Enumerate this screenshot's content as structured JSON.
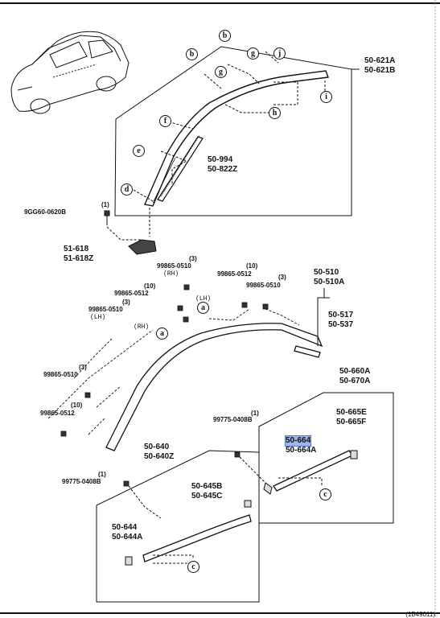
{
  "parts": {
    "p50_621": [
      "50-621A",
      "50-621B"
    ],
    "p50_994": [
      "50-994",
      "50-822Z"
    ],
    "p9gg60": {
      "qty": "(1)",
      "code": "9GG60-0620B"
    },
    "p51_618": [
      "51-618",
      "51-618Z"
    ],
    "p99865_0510_rh": {
      "qty": "(3)",
      "code": "99865-0510",
      "side": "(RH)"
    },
    "p99865_0512_lh": {
      "qty": "(10)",
      "code": "99865-0512",
      "side": "(LH)"
    },
    "p99865_0510_lh": {
      "qty": "(3)",
      "code": "99865-0510",
      "side": "(LH)"
    },
    "side_rh": "(RH)",
    "p99865_0512_b": {
      "qty": "(10)",
      "code": "99865-0512"
    },
    "p99865_0510_b": {
      "qty": "(3)",
      "code": "99865-0510"
    },
    "p50_510": [
      "50-510",
      "50-510A"
    ],
    "p50_517": [
      "50-517",
      "50-537"
    ],
    "p99865_0510_c": {
      "qty": "(3)",
      "code": "99865-0510"
    },
    "p99865_0512_c": {
      "qty": "(10)",
      "code": "99865-0512"
    },
    "p50_660": [
      "50-660A",
      "50-670A"
    ],
    "p50_665": [
      "50-665E",
      "50-665F"
    ],
    "p99775_a": {
      "qty": "(1)",
      "code": "99775-0408B"
    },
    "p50_664": [
      "50-664",
      "50-664A"
    ],
    "p50_640": [
      "50-640",
      "50-640Z"
    ],
    "p99775_b": {
      "qty": "(1)",
      "code": "99775-0408B"
    },
    "p50_645": [
      "50-645B",
      "50-645C"
    ],
    "p50_644": [
      "50-644",
      "50-644A"
    ]
  },
  "callouts": {
    "a": "a",
    "b": "b",
    "c": "c",
    "d": "d",
    "e": "e",
    "f": "f",
    "g": "g",
    "h": "h",
    "i": "i",
    "j": "j"
  },
  "footer": "(1B49011)"
}
